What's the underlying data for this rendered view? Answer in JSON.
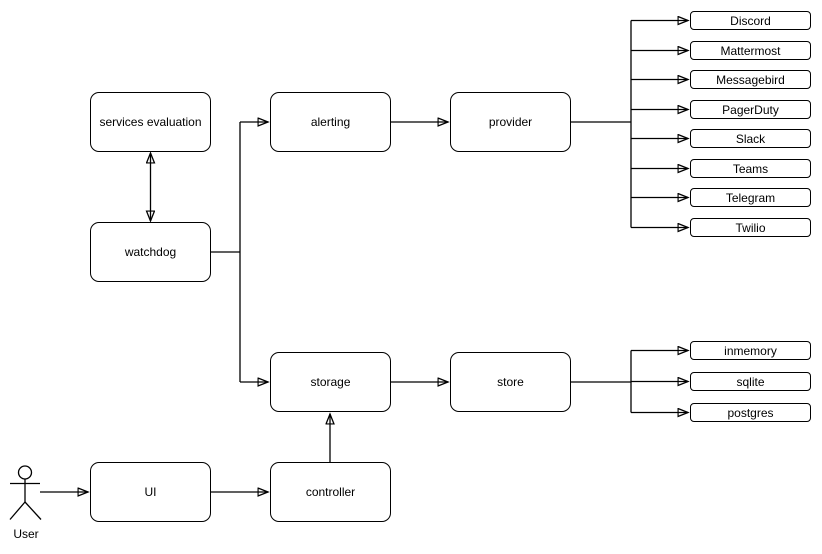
{
  "diagram": {
    "colors": {
      "background": "#ffffff",
      "stroke": "#000000",
      "node_fill": "#ffffff"
    },
    "nodes": {
      "services_evaluation": "services evaluation",
      "watchdog": "watchdog",
      "alerting": "alerting",
      "provider": "provider",
      "storage": "storage",
      "store": "store",
      "ui": "UI",
      "controller": "controller"
    },
    "alert_providers": [
      "Discord",
      "Mattermost",
      "Messagebird",
      "PagerDuty",
      "Slack",
      "Teams",
      "Telegram",
      "Twilio"
    ],
    "store_backends": [
      "inmemory",
      "sqlite",
      "postgres"
    ],
    "actor": {
      "label": "User"
    },
    "edges": [
      {
        "from": "services_evaluation",
        "to": "watchdog",
        "style": "bidirectional"
      },
      {
        "from": "watchdog",
        "to": "alerting",
        "style": "arrow"
      },
      {
        "from": "watchdog",
        "to": "storage",
        "style": "arrow"
      },
      {
        "from": "alerting",
        "to": "provider",
        "style": "arrow"
      },
      {
        "from": "provider",
        "to": "Discord",
        "style": "arrow"
      },
      {
        "from": "provider",
        "to": "Mattermost",
        "style": "arrow"
      },
      {
        "from": "provider",
        "to": "Messagebird",
        "style": "arrow"
      },
      {
        "from": "provider",
        "to": "PagerDuty",
        "style": "arrow"
      },
      {
        "from": "provider",
        "to": "Slack",
        "style": "arrow"
      },
      {
        "from": "provider",
        "to": "Teams",
        "style": "arrow"
      },
      {
        "from": "provider",
        "to": "Telegram",
        "style": "arrow"
      },
      {
        "from": "provider",
        "to": "Twilio",
        "style": "arrow"
      },
      {
        "from": "storage",
        "to": "store",
        "style": "arrow"
      },
      {
        "from": "store",
        "to": "inmemory",
        "style": "arrow"
      },
      {
        "from": "store",
        "to": "sqlite",
        "style": "arrow"
      },
      {
        "from": "store",
        "to": "postgres",
        "style": "arrow"
      },
      {
        "from": "controller",
        "to": "storage",
        "style": "arrow"
      },
      {
        "from": "User",
        "to": "UI",
        "style": "arrow"
      },
      {
        "from": "UI",
        "to": "controller",
        "style": "arrow"
      }
    ]
  }
}
